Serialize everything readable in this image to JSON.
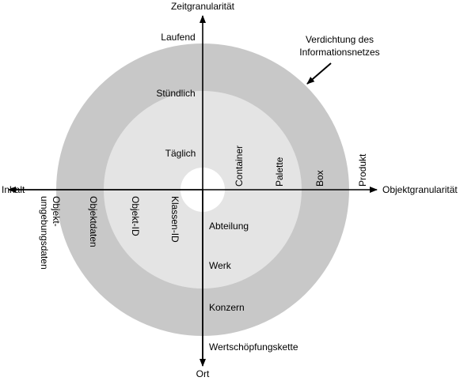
{
  "axes": {
    "top": "Zeitgranularität",
    "bottom": "Ort",
    "left": "Inhalt",
    "right": "Objektgranularität"
  },
  "annotation": {
    "line1": "Verdichtung des",
    "line2": "Informationsnetzes"
  },
  "time_levels": [
    "Laufend",
    "Stündlich",
    "Täglich"
  ],
  "object_levels": [
    "Container",
    "Palette",
    "Box",
    "Produkt"
  ],
  "content_levels": {
    "umgebung_line1": "Objekt-",
    "umgebung_line2": "umgebungsdaten",
    "objektdaten": "Objektdaten",
    "objekt_id": "Objekt-ID",
    "klassen_id": "Klassen-ID"
  },
  "location_levels": [
    "Abteilung",
    "Werk",
    "Konzern",
    "Wertschöpfungskette"
  ],
  "colors": {
    "outer_ring": "#c8c8c8",
    "inner_ring": "#e4e4e4",
    "center": "#ffffff",
    "ink": "#000000"
  }
}
